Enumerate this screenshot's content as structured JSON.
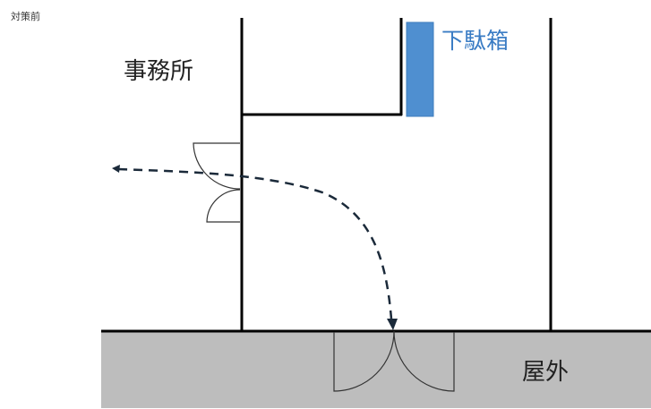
{
  "title": "対策前",
  "labels": {
    "office": "事務所",
    "shoe_rack": "下駄箱",
    "outside": "屋外"
  },
  "colors": {
    "shoe_rack_fill": "#4f8fd0",
    "shoe_rack_text": "#3a7cc4",
    "outside_fill": "#bdbdbd",
    "path_arrow": "#1b2a3a"
  }
}
